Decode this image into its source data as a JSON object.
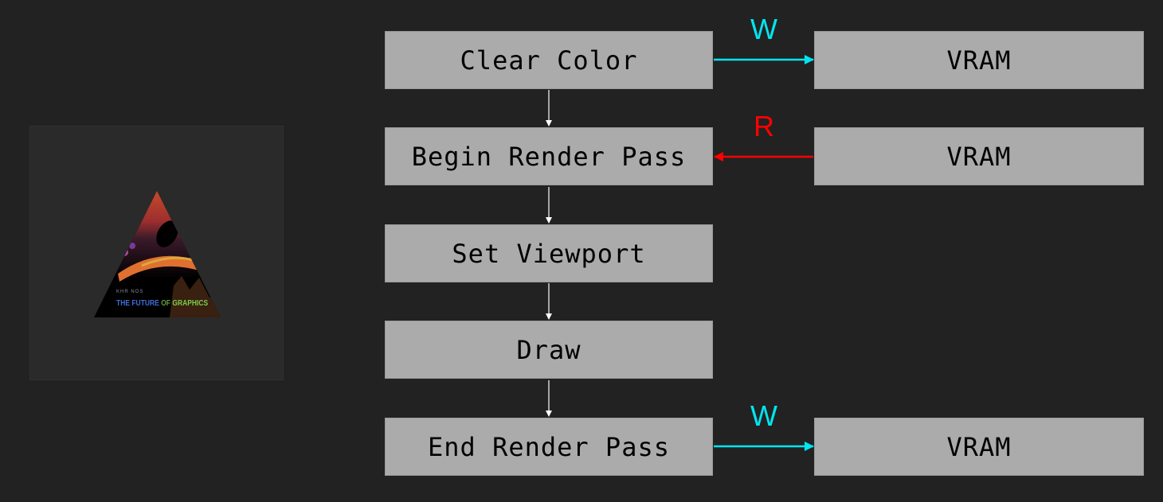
{
  "steps": [
    {
      "label": "Clear Color"
    },
    {
      "label": "Begin Render Pass"
    },
    {
      "label": "Set Viewport"
    },
    {
      "label": "Draw"
    },
    {
      "label": "End Render Pass"
    }
  ],
  "memory": [
    {
      "label": "VRAM",
      "access": "W",
      "color": "#00e5f0"
    },
    {
      "label": "VRAM",
      "access": "R",
      "color": "#ff0000"
    },
    {
      "label": "VRAM",
      "access": "W",
      "color": "#00e5f0"
    }
  ],
  "thumbnail": {
    "brand": "KHR NOS",
    "tagline": {
      "part1": "THE FUTURE ",
      "part2": "OF ",
      "part3": "GRAPHICS"
    }
  },
  "colors": {
    "background": "#222222",
    "box": "#ababab",
    "flow_arrow": "#ffffff",
    "write": "#00e5f0",
    "read": "#ff0000"
  }
}
